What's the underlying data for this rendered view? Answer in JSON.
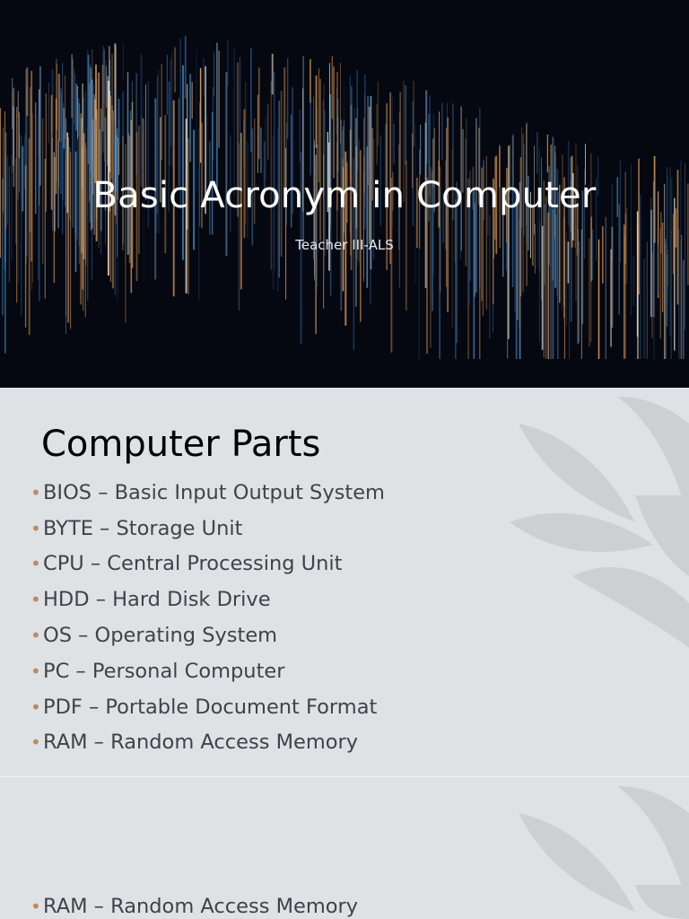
{
  "slide1": {
    "title": "Basic Acronym in Computer",
    "subtitle": "Teacher III-ALS"
  },
  "slide2": {
    "heading": "Computer Parts",
    "items": [
      "BIOS – Basic Input Output System",
      "BYTE – Storage Unit",
      "CPU – Central Processing Unit",
      "HDD – Hard Disk Drive",
      "OS – Operating System",
      "PC – Personal Computer",
      "PDF – Portable Document Format",
      "RAM – Random Access Memory"
    ]
  },
  "slide3": {
    "items": [
      "RAM – Random Access Memory"
    ]
  },
  "colors": {
    "dark_background": "#050811",
    "light_background": "#dfe2e4",
    "bullet": "#c08a5c",
    "body_text": "#3d434a"
  }
}
